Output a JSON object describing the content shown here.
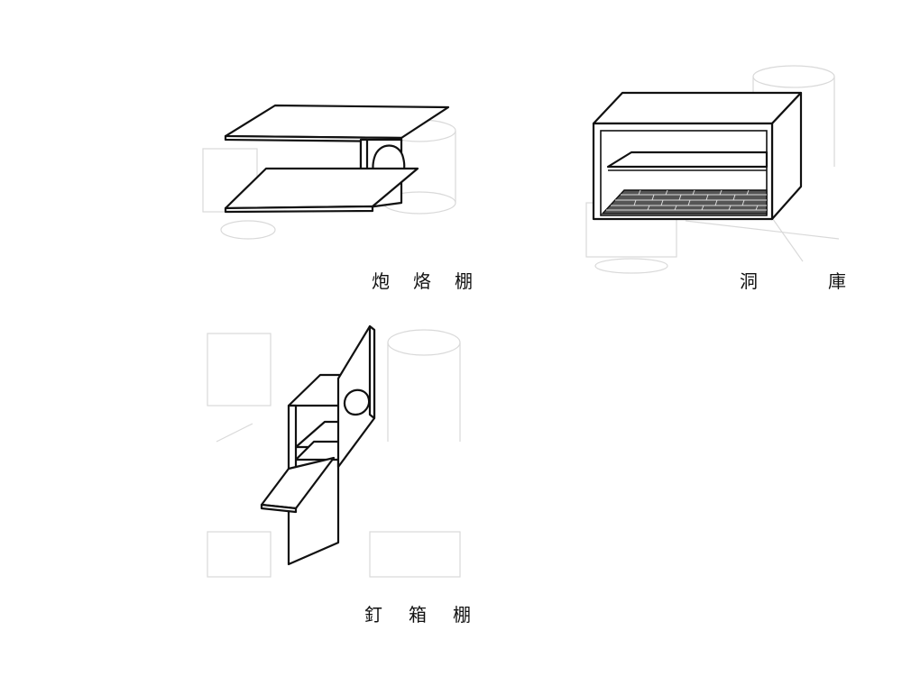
{
  "figures": [
    {
      "id": "paoluo",
      "caption": [
        "炮",
        "烙",
        "棚"
      ]
    },
    {
      "id": "dongku",
      "caption": [
        "洞",
        "庫"
      ]
    },
    {
      "id": "dingxiang",
      "caption": [
        "釘",
        "箱",
        "棚"
      ]
    }
  ]
}
